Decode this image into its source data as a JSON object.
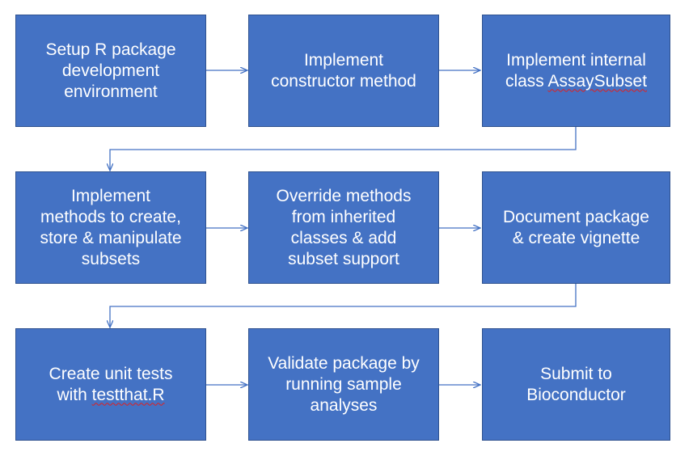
{
  "steps": [
    {
      "lines": [
        "Setup R package",
        "development",
        "environment"
      ]
    },
    {
      "lines": [
        "Implement",
        "constructor method"
      ]
    },
    {
      "lines": [
        "Implement internal",
        "class"
      ],
      "squiggle_word": "AssaySubset"
    },
    {
      "lines": [
        "Implement",
        "methods to create,",
        "store & manipulate",
        "subsets"
      ]
    },
    {
      "lines": [
        "Override methods",
        "from inherited",
        "classes & add",
        "subset support"
      ]
    },
    {
      "lines": [
        "Document package",
        "& create vignette"
      ]
    },
    {
      "lines": [
        "Create unit tests",
        "with"
      ],
      "squiggle_word": "testthat.R"
    },
    {
      "lines": [
        "Validate package by",
        "running sample",
        "analyses"
      ]
    },
    {
      "lines": [
        "Submit to",
        "Bioconductor"
      ]
    }
  ],
  "colors": {
    "box_fill": "#4472C4",
    "box_border": "#2F528F",
    "box_text": "#FFFFFF",
    "arrow": "#4472C4",
    "spellcheck_underline": "#E02020"
  }
}
